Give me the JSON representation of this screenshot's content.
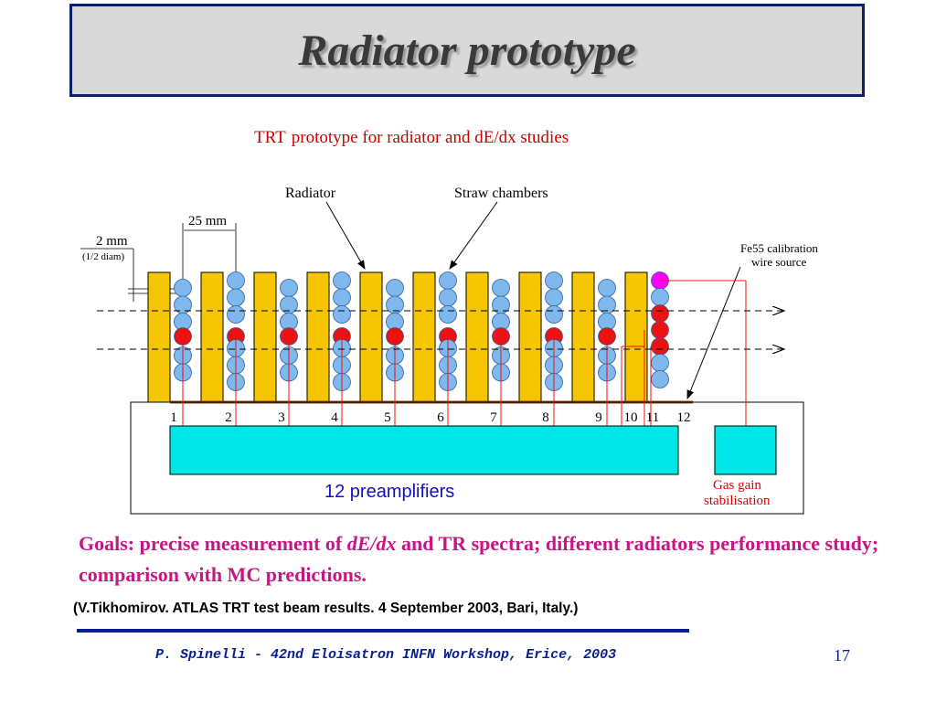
{
  "title": "Radiator prototype",
  "diagram": {
    "caption_trt": "TRT",
    "caption_rest": "prototype for radiator and dE/dx studies",
    "label_radiator": "Radiator",
    "label_straw": "Straw chambers",
    "dim_25mm": "25 mm",
    "dim_2mm": "2 mm",
    "dim_half_diam": "(1/2 diam)",
    "fe55_line1": "Fe55 calibration",
    "fe55_line2": "wire source",
    "channel_numbers": [
      "1",
      "2",
      "3",
      "4",
      "5",
      "6",
      "7",
      "8",
      "9",
      "10",
      "11",
      "12"
    ],
    "preamp_label": "12 preamplifiers",
    "gas_gain_line1": "Gas gain",
    "gas_gain_line2": "stabilisation"
  },
  "goals": {
    "part1": "Goals: precise measurement of ",
    "italic": "dE/dx",
    "part2": " and TR spectra; different radiators performance study; comparison with MC predictions."
  },
  "citation": "(V.Tikhomirov. ATLAS TRT test beam results. 4 September 2003, Bari, Italy.)",
  "footer": "P. Spinelli - 42nd Eloisatron INFN Workshop, Erice, 2003",
  "page_number": "17",
  "colors": {
    "radiator": "#f5c500",
    "straw": "#7fb8ec",
    "hit": "#ee1111",
    "fe55": "#ff00ff",
    "preamp": "#00e5e5",
    "goals_text": "#c71585",
    "footer_blue": "#0a1f8f"
  }
}
